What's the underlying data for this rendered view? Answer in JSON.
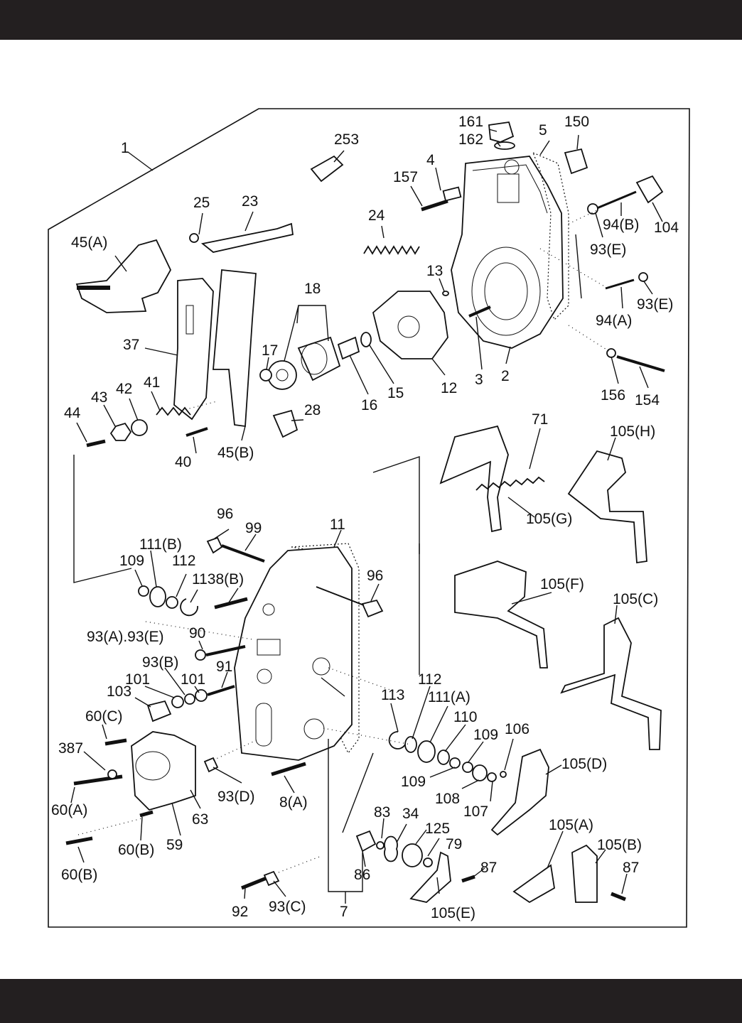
{
  "colors": {
    "bars": "#231f20",
    "ink": "#111111",
    "page": "#ffffff"
  },
  "labels": {
    "l1": "1",
    "l2": "2",
    "l3": "3",
    "l4": "4",
    "l5": "5",
    "l7": "7",
    "l8a": "8(A)",
    "l11": "11",
    "l12": "12",
    "l13": "13",
    "l15": "15",
    "l16": "16",
    "l17": "17",
    "l18": "18",
    "l23": "23",
    "l24": "24",
    "l25": "25",
    "l28": "28",
    "l34": "34",
    "l37": "37",
    "l40": "40",
    "l41": "41",
    "l42": "42",
    "l43": "43",
    "l44": "44",
    "l45a": "45(A)",
    "l45b": "45(B)",
    "l59": "59",
    "l60a": "60(A)",
    "l60b1": "60(B)",
    "l60b2": "60(B)",
    "l60c": "60(C)",
    "l63": "63",
    "l71": "71",
    "l79": "79",
    "l83": "83",
    "l86": "86",
    "l87a": "87",
    "l87b": "87",
    "l90": "90",
    "l91": "91",
    "l92": "92",
    "l93ae": "93(A).93(E)",
    "l93b": "93(B)",
    "l93c": "93(C)",
    "l93d": "93(D)",
    "l93e1": "93(E)",
    "l93e2": "93(E)",
    "l94a": "94(A)",
    "l94b": "94(B)",
    "l96a": "96",
    "l96b": "96",
    "l99": "99",
    "l101a": "101",
    "l101b": "101",
    "l103": "103",
    "l104": "104",
    "l105a": "105(A)",
    "l105b": "105(B)",
    "l105c": "105(C)",
    "l105d": "105(D)",
    "l105e": "105(E)",
    "l105f": "105(F)",
    "l105g": "105(G)",
    "l105h": "105(H)",
    "l106": "106",
    "l107": "107",
    "l108": "108",
    "l109a": "109",
    "l109b": "109",
    "l109c": "109",
    "l110": "110",
    "l111a": "111(A)",
    "l111b": "111(B)",
    "l112a": "112",
    "l112b": "112",
    "l113": "113",
    "l1138b": "1138(B)",
    "l125": "125",
    "l150": "150",
    "l154": "154",
    "l156": "156",
    "l157": "157",
    "l161": "161",
    "l162": "162",
    "l253": "253",
    "l387": "387"
  }
}
